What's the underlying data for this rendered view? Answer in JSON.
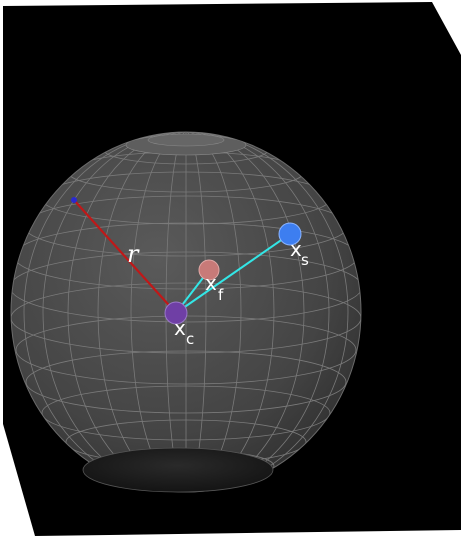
{
  "labels": {
    "radius": "r",
    "center_main": "x",
    "center_sub": "c",
    "focus_main": "x",
    "focus_sub": "f",
    "source_main": "x",
    "source_sub": "s"
  },
  "colors": {
    "background": "#000000",
    "panel_border": "#ffffff",
    "sphere_fill": "#4a4a4a",
    "grid": "#7a7a7a",
    "radius_line": "#c01818",
    "link_lines": "#33e6e6",
    "center_point": "#6f3fa5",
    "focus_point": "#c87a78",
    "source_point": "#3d7ef0"
  }
}
